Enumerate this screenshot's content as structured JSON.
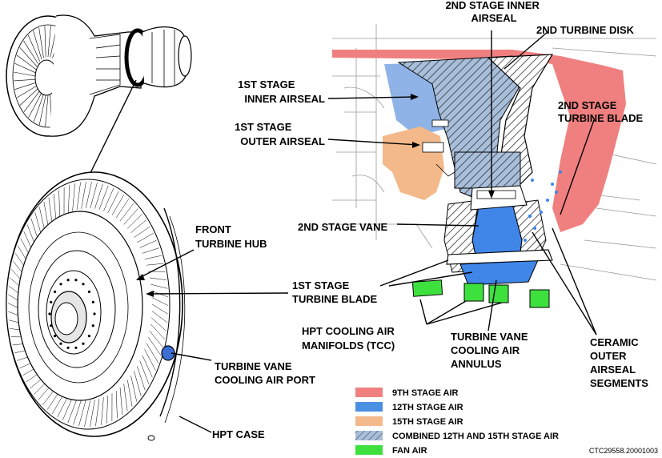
{
  "labels": {
    "second_stage_inner_airseal": [
      "2ND STAGE INNER",
      "AIRSEAL"
    ],
    "second_turbine_disk": [
      "2ND TURBINE DISK"
    ],
    "first_stage_inner_airseal": [
      "1ST STAGE",
      "INNER AIRSEAL"
    ],
    "first_stage_outer_airseal": [
      "1ST STAGE",
      "OUTER AIRSEAL"
    ],
    "second_stage_turbine_blade": [
      "2ND STAGE",
      "TURBINE BLADE"
    ],
    "second_stage_vane": [
      "2ND STAGE VANE"
    ],
    "front_turbine_hub": [
      "FRONT",
      "TURBINE HUB"
    ],
    "first_stage_turbine_blade": [
      "1ST STAGE",
      "TURBINE BLADE"
    ],
    "hpt_cooling_air_manifolds": [
      "HPT COOLING AIR",
      "MANIFOLDS (TCC)"
    ],
    "turbine_vane_cooling_air_annulus": [
      "TURBINE VANE",
      "COOLING AIR",
      "ANNULUS"
    ],
    "ceramic_outer_airseal_segments": [
      "CERAMIC",
      "OUTER",
      "AIRSEAL",
      "SEGMENTS"
    ],
    "turbine_vane_cooling_air_port": [
      "TURBINE VANE",
      "COOLING AIR PORT"
    ],
    "hpt_case": [
      "HPT CASE"
    ]
  },
  "legend": [
    {
      "label": "9TH STAGE AIR",
      "color": "#f08080",
      "pattern": "solid"
    },
    {
      "label": "12TH STAGE AIR",
      "color": "#4a90e2",
      "pattern": "solid"
    },
    {
      "label": "15TH STAGE AIR",
      "color": "#f3b98a",
      "pattern": "solid"
    },
    {
      "label": "COMBINED 12TH AND 15TH STAGE AIR",
      "color": "#9fb6d6",
      "pattern": "hatched"
    },
    {
      "label": "FAN AIR",
      "color": "#3ee03e",
      "pattern": "solid"
    }
  ],
  "figure_code": "CTC29558.20001003",
  "colors": {
    "ninth_stage": "#f08080",
    "twelfth_stage": "#3f86e8",
    "fifteenth_stage": "#f3b98a",
    "combined": "#a8bfdc",
    "fan": "#3ee03e",
    "port": "#3b6fd4"
  }
}
